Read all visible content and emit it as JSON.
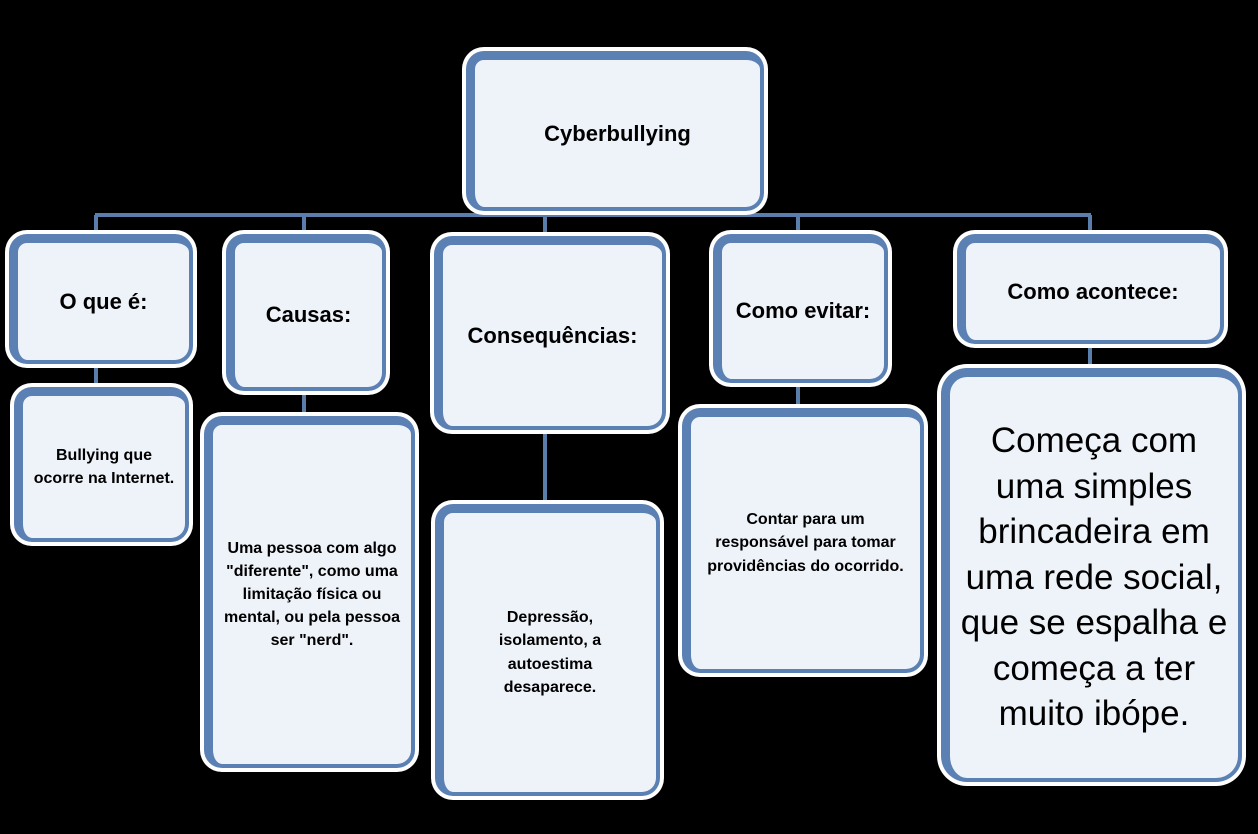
{
  "root": "Cyberbullying",
  "branches": [
    {
      "title": "O que é:",
      "detail": "Bullying que ocorre na Internet."
    },
    {
      "title": "Causas:",
      "detail": "Uma pessoa com algo \"diferente\", como uma limitação física ou mental, ou pela pessoa ser \"nerd\"."
    },
    {
      "title": "Consequências:",
      "detail": "Depressão, isolamento, a autoestima desaparece."
    },
    {
      "title": "Como evitar:",
      "detail": "Contar para um responsável para tomar providências do ocorrido."
    },
    {
      "title": "Como acontece:",
      "detail": "Começa com uma simples brincadeira em uma rede social, que se espalha e começa a ter muito ibópe."
    }
  ],
  "colors": {
    "border": "#5a80b4",
    "fill": "#eef2f9",
    "background": "#000000"
  }
}
